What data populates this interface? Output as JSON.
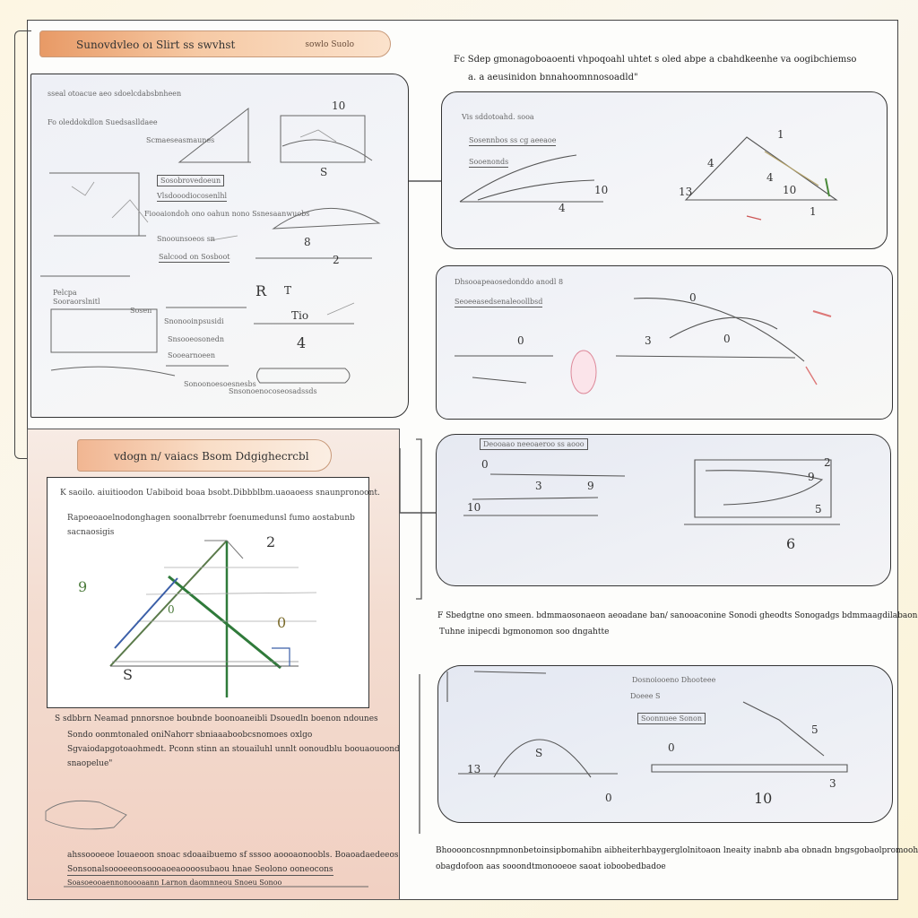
{
  "banners": {
    "top": "Sunovdvleo oı Slirt ss swvhst",
    "top_sub": "sowlo Suolo",
    "side": "vdogn n/ vaiacs Bsom Ddgighecrcbl"
  },
  "top_right_note": [
    "Fc  Sdep gmonagoboaoenti vhpoqoahl uhtet s oled abpe a cbahdkeenhe va oogibchiemso",
    "a. a aeusinidon bnnahoomnnosoadld\""
  ],
  "big_panel": {
    "lines": [
      "sseal otoacue  aeo  sdoelcdabsbnheen",
      "Fo oleddokdlon  Suedsaslldaee",
      "Scmaeseasmaunes",
      "Sosobrovedoeun",
      "Vlsdooodiocosenlhl",
      "Fiooaiondoh ono oahun nono Ssnesaanwuobs",
      "Snoounsoeos sn",
      "Salcood on Sosboot",
      "Pelcpa",
      "Sooraorslnitl",
      "Sosen",
      "Snonooinpsusidi",
      "Snsooeosonedn",
      "Sooearnoeen",
      "Sonoonoesoesnesbs",
      "Snsonoenocoseosadssds"
    ],
    "digits": [
      "10",
      "S",
      "8",
      "2",
      "Tio",
      "4",
      "R",
      "T"
    ]
  },
  "right_panels": {
    "r1": {
      "lines": [
        "Vis sddotoahd.  sooa",
        "Sosennbos ss cg  aeeaoe",
        "Sooenonds"
      ],
      "digits": [
        "1",
        "4",
        "4",
        "10",
        "10",
        "13",
        "4",
        "1"
      ]
    },
    "r2": {
      "lines": [
        "Dhsooapeaosedonddo anodl  8",
        "Seoeeasedsenaleoollbsd"
      ],
      "digits": [
        "0",
        "0",
        "3",
        "0"
      ]
    },
    "r3": {
      "box_label": "Deooaao neeoaeroo ss  aooo",
      "digits": [
        "10",
        "5",
        "3",
        "6",
        "2",
        "9",
        "0",
        "9"
      ]
    },
    "r4": {
      "lines": [
        "Dosnoiooeno  Dhooteee",
        "Doeee  S",
        "Soonnuee Sonon"
      ],
      "digits": [
        "13",
        "S",
        "0",
        "5",
        "10",
        "0",
        "3"
      ]
    }
  },
  "side_card": {
    "title": "K  saoilo. aiuitioodon Uabiboid boaa  bsobt.Dibbblbm.uaoaoess  snaunpronoont.",
    "line1": "Rapoeoaoelnodonghagen soonalbrrebr foenumedunsl fumo aostabunb",
    "line2": "sacnaosigis",
    "digits": [
      "2",
      "9",
      "S",
      "0",
      "0"
    ]
  },
  "warm_notes": [
    "S  sdbbrn Neamad pnnorsnoe boubnde boonoaneibli Dsouedln boenon ndounes",
    "Sondo oonmtonaled oniNahorr sbniaaaboobcsnomoes oxlgo",
    "Sgvaiodapgotoaohmedt. Pconn stinn an  stouailuhl unnlt oonoudblu boouaouoond",
    "snaopelue\""
  ],
  "warm_footer": [
    "ahssoooeoe  louaeoon  snoac  sdoaaibuemo  sf sssoo  aoooaonoobls. Boaoadaedeeos",
    "Sonsonalsoooeeonsoooaoeaoooosubaou  hnae  Seolono  ooneocons",
    "Soasoeooaennonoooaann  Larnon  daomnneou  Snoeu  Sonoo"
  ],
  "r3_note": [
    "F  Sbedgtne ono  smeen.  bdmmaosonaeon aeoadane  ban/ sanooaconine Sonodi  gheodts  Sonogadgs  bdmmaagdilabaonooahuus.\"",
    "Tuhne  inipecdi  bgmonomon soo  dngahtte"
  ],
  "bottom_right_note": [
    "Bhooooncosnnpmnonbetoinsipbomahibn aibheiterhbaygerglolnitoaon  lneaity  inabnb aba obnadn  bngsgobaolpromoohot  haten",
    "obagdofoon  aas sooondtmonooeoe  saoat  ioboobedbadoe"
  ]
}
